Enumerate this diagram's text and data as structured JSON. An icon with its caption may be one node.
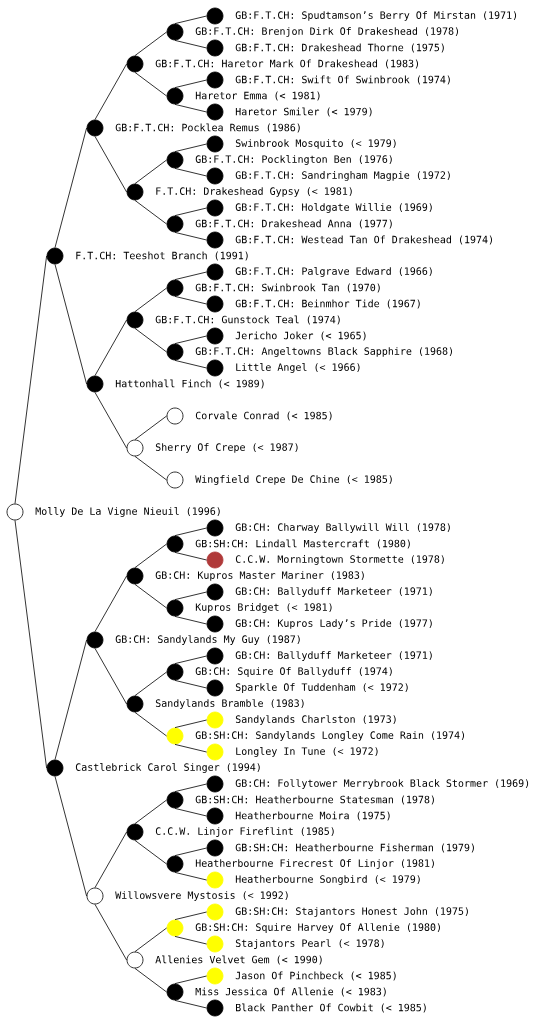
{
  "diagram": {
    "nodes": [
      {
        "text": [
          "GB:F.T.CH: Spudtamson’s Berry Of Mirstan (1971)"
        ]
      },
      {
        "text": [
          "GB:F.T.CH: Brenjon Dirk Of Drakeshead (1978)"
        ]
      },
      {
        "text": [
          "GB:F.T.CH: Drakeshead Thorne (1975)"
        ]
      },
      {
        "text": [
          "GB:F.T.CH: Haretor Mark Of Drakeshead (1983)"
        ]
      },
      {
        "text": [
          "GB:F.T.CH: Swift Of Swinbrook (1974)"
        ]
      },
      {
        "text": [
          "Haretor Emma (< 1981)"
        ]
      },
      {
        "text": [
          "Haretor Smiler (< 1979)"
        ]
      },
      {
        "text": [
          "GB:F.T.CH: Pocklea Remus (1986)"
        ]
      },
      {
        "text": [
          "Swinbrook Mosquito (< 1979)"
        ]
      },
      {
        "text": [
          "GB:F.T.CH: Pocklington Ben (1976)"
        ]
      },
      {
        "text": [
          "GB:F.T.CH: Sandringham Magpie (1972)"
        ]
      },
      {
        "text": [
          "F.T.CH: Drakeshead Gypsy (< 1981)"
        ]
      },
      {
        "text": [
          "GB:F.T.CH: Holdgate Willie (1969)"
        ]
      },
      {
        "text": [
          "GB:F.T.CH: Drakeshead Anna (1977)"
        ]
      },
      {
        "text": [
          "GB:F.T.CH: Westead Tan Of Drakeshead (1974)"
        ]
      },
      {
        "text": [
          "F.T.CH: Teeshot Branch (1991)"
        ]
      },
      {
        "text": [
          "GB:F.T.CH: Palgrave Edward (1966)"
        ]
      },
      {
        "text": [
          "GB:F.T.CH: Swinbrook Tan (1970)"
        ]
      },
      {
        "text": [
          "GB:F.T.CH: Beinmhor Tide (1967)"
        ]
      },
      {
        "text": [
          "GB:F.T.CH: Gunstock Teal (1974)"
        ]
      },
      {
        "text": [
          "Jericho Joker (< 1965)"
        ]
      },
      {
        "text": [
          "GB:F.T.CH: Angeltowns Black Sapphire (1968)"
        ]
      },
      {
        "text": [
          "Little Angel (< 1966)"
        ]
      },
      {
        "text": [
          "Hattonhall Finch (< 1989)"
        ]
      },
      {
        "text": [
          "Corvale Conrad (< 1985)"
        ]
      },
      {
        "text": [
          "Sherry Of Crepe (< 1987)"
        ]
      },
      {
        "text": [
          "Wingfield Crepe De Chine (< 1985)"
        ]
      },
      {
        "text": [
          "Molly De La Vigne Nieuil (1996)"
        ]
      },
      {
        "text": [
          "GB:CH: Charway Ballywill Will (1978)"
        ]
      },
      {
        "text": [
          "GB:SH:CH: Lindall Mastercraft (1980)"
        ]
      },
      {
        "text": [
          "C.C.W. Morningtown Stormette (1978)"
        ]
      },
      {
        "text": [
          "GB:CH: Kupros Master Mariner (1983)"
        ]
      },
      {
        "text": [
          "GB:CH: Ballyduff Marketeer (1971)"
        ]
      },
      {
        "text": [
          "Kupros Bridget (< 1981)"
        ]
      },
      {
        "text": [
          "GB:CH: Kupros Lady’s Pride (1977)"
        ]
      },
      {
        "text": [
          "GB:CH: Sandylands My Guy (1987)"
        ]
      },
      {
        "text": [
          "GB:CH: Ballyduff Marketeer (1971)"
        ]
      },
      {
        "text": [
          "GB:CH: Squire Of Ballyduff (1974)"
        ]
      },
      {
        "text": [
          "Sparkle Of Tuddenham (< 1972)"
        ]
      },
      {
        "text": [
          "Sandylands Bramble (1983)"
        ]
      },
      {
        "text": [
          "Sandylands Charlston (1973)"
        ]
      },
      {
        "text": [
          "GB:SH:CH: Sandylands Longley Come Rain (1974)"
        ]
      },
      {
        "text": [
          "Longley In Tune (< 1972)"
        ]
      },
      {
        "text": [
          "Castlebrick Carol Singer (1994)"
        ]
      },
      {
        "text": [
          "GB:CH: Follytower Merrybrook Black Stormer (1969)"
        ]
      },
      {
        "text": [
          "GB:SH:CH: Heatherbourne Statesman (1978)"
        ]
      },
      {
        "text": [
          "Heatherbourne Moira (1975)"
        ]
      },
      {
        "text": [
          "C.C.W. Linjor Fireflint (1985)"
        ]
      },
      {
        "text": [
          "GB:SH:CH: Heatherbourne Fisherman (1979)"
        ]
      },
      {
        "text": [
          "Heatherbourne Firecrest Of Linjor (1981)"
        ]
      },
      {
        "text": [
          "Heatherbourne Songbird (< 1979)"
        ]
      },
      {
        "text": [
          "Willowsvere Mystosis (< 1992)"
        ]
      },
      {
        "text": [
          "GB:SH:CH: Stajantors Honest John (1975)"
        ]
      },
      {
        "text": [
          "GB:SH:CH: Squire Harvey Of Allenie (1980)"
        ]
      },
      {
        "text": [
          "Stajantors Pearl (< 1978)"
        ]
      },
      {
        "text": [
          "Allenies Velvet Gem (< 1990)"
        ]
      },
      {
        "text": [
          "Jason Of Pinchbeck (< 1985)"
        ]
      },
      {
        "text": [
          "Miss Jessica Of Allenie (< 1983)"
        ]
      },
      {
        "text": [
          "Black Panther Of Cowbit (< 1985)"
        ]
      }
    ],
    "edges": [
      {
        "from": 27,
        "to": 15,
        "arrow": "none"
      },
      {
        "from": 27,
        "to": 43,
        "arrow": "none"
      },
      {
        "from": 15,
        "to": 7,
        "arrow": "none"
      },
      {
        "from": 15,
        "to": 23,
        "arrow": "none"
      },
      {
        "from": 7,
        "to": 3,
        "arrow": "none"
      },
      {
        "from": 7,
        "to": 11,
        "arrow": "none"
      },
      {
        "from": 3,
        "to": 1,
        "arrow": "none"
      },
      {
        "from": 3,
        "to": 5,
        "arrow": "none"
      },
      {
        "from": 1,
        "to": 0,
        "arrow": "none"
      },
      {
        "from": 1,
        "to": 2,
        "arrow": "none"
      },
      {
        "from": 5,
        "to": 4,
        "arrow": "none"
      },
      {
        "from": 5,
        "to": 6,
        "arrow": "none"
      },
      {
        "from": 11,
        "to": 9,
        "arrow": "none"
      },
      {
        "from": 11,
        "to": 13,
        "arrow": "none"
      },
      {
        "from": 9,
        "to": 8,
        "arrow": "none"
      },
      {
        "from": 9,
        "to": 10,
        "arrow": "none"
      },
      {
        "from": 13,
        "to": 12,
        "arrow": "none"
      },
      {
        "from": 13,
        "to": 14,
        "arrow": "none"
      },
      {
        "from": 23,
        "to": 19,
        "arrow": "none"
      },
      {
        "from": 23,
        "to": 25,
        "arrow": "none"
      },
      {
        "from": 19,
        "to": 17,
        "arrow": "none"
      },
      {
        "from": 19,
        "to": 21,
        "arrow": "none"
      },
      {
        "from": 17,
        "to": 16,
        "arrow": "none"
      },
      {
        "from": 17,
        "to": 18,
        "arrow": "none"
      },
      {
        "from": 21,
        "to": 20,
        "arrow": "none"
      },
      {
        "from": 21,
        "to": 22,
        "arrow": "none"
      },
      {
        "from": 25,
        "to": 24,
        "arrow": "none"
      },
      {
        "from": 25,
        "to": 26,
        "arrow": "none"
      },
      {
        "from": 43,
        "to": 35,
        "arrow": "none"
      },
      {
        "from": 43,
        "to": 51,
        "arrow": "none"
      },
      {
        "from": 35,
        "to": 31,
        "arrow": "none"
      },
      {
        "from": 35,
        "to": 39,
        "arrow": "none"
      },
      {
        "from": 31,
        "to": 29,
        "arrow": "none"
      },
      {
        "from": 31,
        "to": 33,
        "arrow": "none"
      },
      {
        "from": 29,
        "to": 28,
        "arrow": "none"
      },
      {
        "from": 29,
        "to": 30,
        "arrow": "none"
      },
      {
        "from": 33,
        "to": 32,
        "arrow": "none"
      },
      {
        "from": 33,
        "to": 34,
        "arrow": "none"
      },
      {
        "from": 39,
        "to": 37,
        "arrow": "none"
      },
      {
        "from": 39,
        "to": 41,
        "arrow": "none"
      },
      {
        "from": 37,
        "to": 36,
        "arrow": "none"
      },
      {
        "from": 37,
        "to": 38,
        "arrow": "none"
      },
      {
        "from": 41,
        "to": 40,
        "arrow": "none"
      },
      {
        "from": 41,
        "to": 42,
        "arrow": "none"
      },
      {
        "from": 51,
        "to": 47,
        "arrow": "none"
      },
      {
        "from": 51,
        "to": 55,
        "arrow": "none"
      },
      {
        "from": 47,
        "to": 45,
        "arrow": "none"
      },
      {
        "from": 47,
        "to": 49,
        "arrow": "none"
      },
      {
        "from": 45,
        "to": 44,
        "arrow": "none"
      },
      {
        "from": 45,
        "to": 46,
        "arrow": "none"
      },
      {
        "from": 49,
        "to": 48,
        "arrow": "none"
      },
      {
        "from": 49,
        "to": 50,
        "arrow": "none"
      },
      {
        "from": 55,
        "to": 53,
        "arrow": "none"
      },
      {
        "from": 55,
        "to": 57,
        "arrow": "none"
      },
      {
        "from": 53,
        "to": 52,
        "arrow": "none"
      },
      {
        "from": 53,
        "to": 54,
        "arrow": "none"
      },
      {
        "from": 57,
        "to": 56,
        "arrow": "none"
      },
      {
        "from": 57,
        "to": 58,
        "arrow": "none"
      }
    ]
  }
}
